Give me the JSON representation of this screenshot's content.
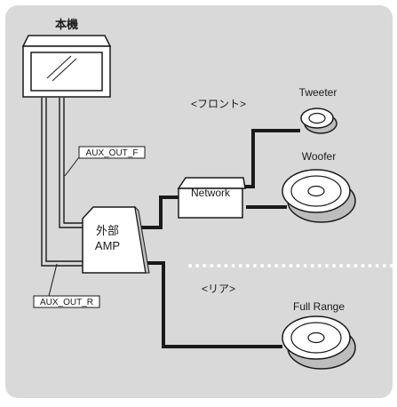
{
  "diagram": {
    "head_unit_label": "本機",
    "aux_out_f_label": "AUX_OUT_F",
    "aux_out_r_label": "AUX_OUT_R",
    "amp_label_line1": "外部",
    "amp_label_line2": "AMP",
    "network_label": "Network",
    "front_label": "<フロント>",
    "rear_label": "<リア>",
    "tweeter_label": "Tweeter",
    "woofer_label": "Woofer",
    "full_range_label": "Full Range"
  },
  "colors": {
    "panel_bg": "#d9d9d9",
    "line": "#1a1a1a",
    "box_fill": "#ffffff",
    "dotted_divider": "#ffffff"
  }
}
